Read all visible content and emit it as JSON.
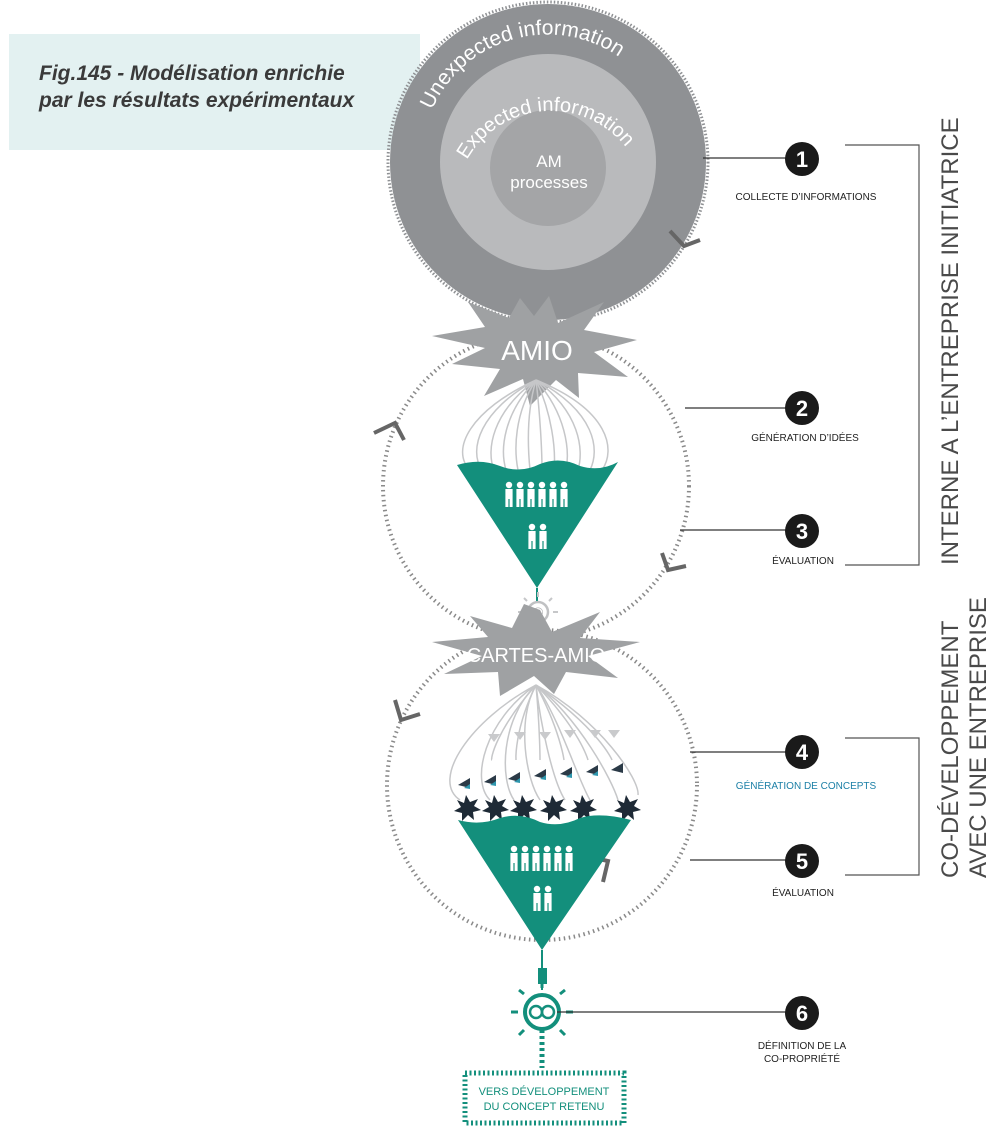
{
  "caption": {
    "line1": "Fig.145 - Modélisation enrichie",
    "line2": "par les résultats expérimentaux"
  },
  "circle": {
    "outer_label": "Unexpected information",
    "middle_label": "Expected information",
    "inner_line1": "AM",
    "inner_line2": "processes"
  },
  "bursts": {
    "amio": "AMIO",
    "cartes": "CARTES-AMIO"
  },
  "steps": [
    {
      "number": "1",
      "label": "COLLECTE D’INFORMATIONS"
    },
    {
      "number": "2",
      "label": "GÉNÉRATION D’IDÉES"
    },
    {
      "number": "3",
      "label": "ÉVALUATION"
    },
    {
      "number": "4",
      "label": "GÉNÉRATION DE CONCEPTS"
    },
    {
      "number": "5",
      "label": "ÉVALUATION"
    },
    {
      "number": "6",
      "label_line1": "DÉFINITION DE LA",
      "label_line2": "CO-PROPRIÉTÉ"
    }
  ],
  "phases": {
    "phase1": "INTERNE A L’ENTREPRISE INITIATRICE",
    "phase2_line1": "CO-DÉVELOPPEMENT",
    "phase2_line2": "AVEC UNE ENTREPRISE"
  },
  "final_box": {
    "line1": "VERS DÉVELOPPEMENT",
    "line2": "DU CONCEPT RETENU"
  },
  "colors": {
    "teal": "#138f7c",
    "gray_outer": "#8f9194",
    "gray_mid": "#b9babc",
    "gray_inner": "#a4a5a7",
    "accent_blue": "#1b7fa6"
  }
}
